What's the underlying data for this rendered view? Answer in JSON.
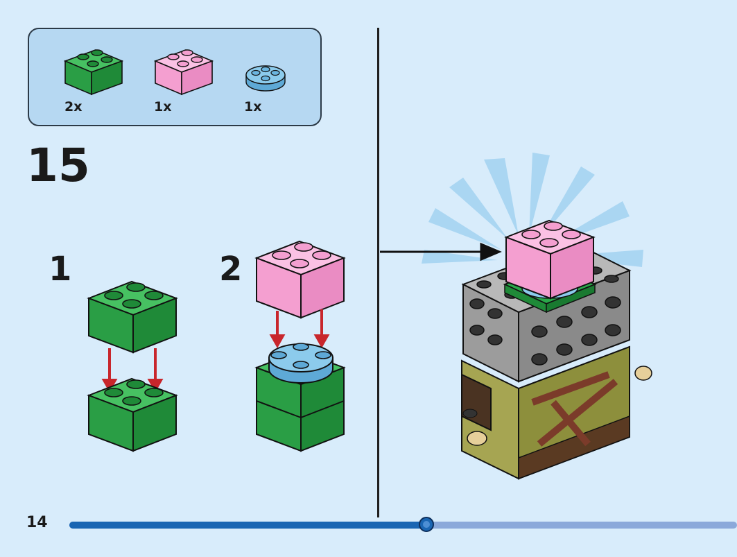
{
  "parts_list": [
    {
      "name": "green-2x2-brick",
      "color": "#2aa84a",
      "qty": "2x"
    },
    {
      "name": "pink-2x2-brick",
      "color": "#f7a8d8",
      "qty": "1x"
    },
    {
      "name": "light-blue-round-plate",
      "color": "#7fc1e6",
      "qty": "1x"
    }
  ],
  "step": {
    "number": "15"
  },
  "substeps": [
    {
      "label": "1"
    },
    {
      "label": "2"
    }
  ],
  "page": {
    "number": "14"
  },
  "progress": {
    "fraction": 0.535
  },
  "colors": {
    "background": "#d8ecfb",
    "panel": "#b6d8f2",
    "green": "#2aa84a",
    "pink": "#f7a8d8",
    "light_blue": "#7fc1e6",
    "gray": "#a7a7a7",
    "olive": "#8d8f3c",
    "arrow_red": "#c8262c",
    "progress_blue": "#1a66b3"
  },
  "icons": [
    "arrow-down-icon",
    "arrow-right-icon",
    "highlight-burst-icon"
  ]
}
